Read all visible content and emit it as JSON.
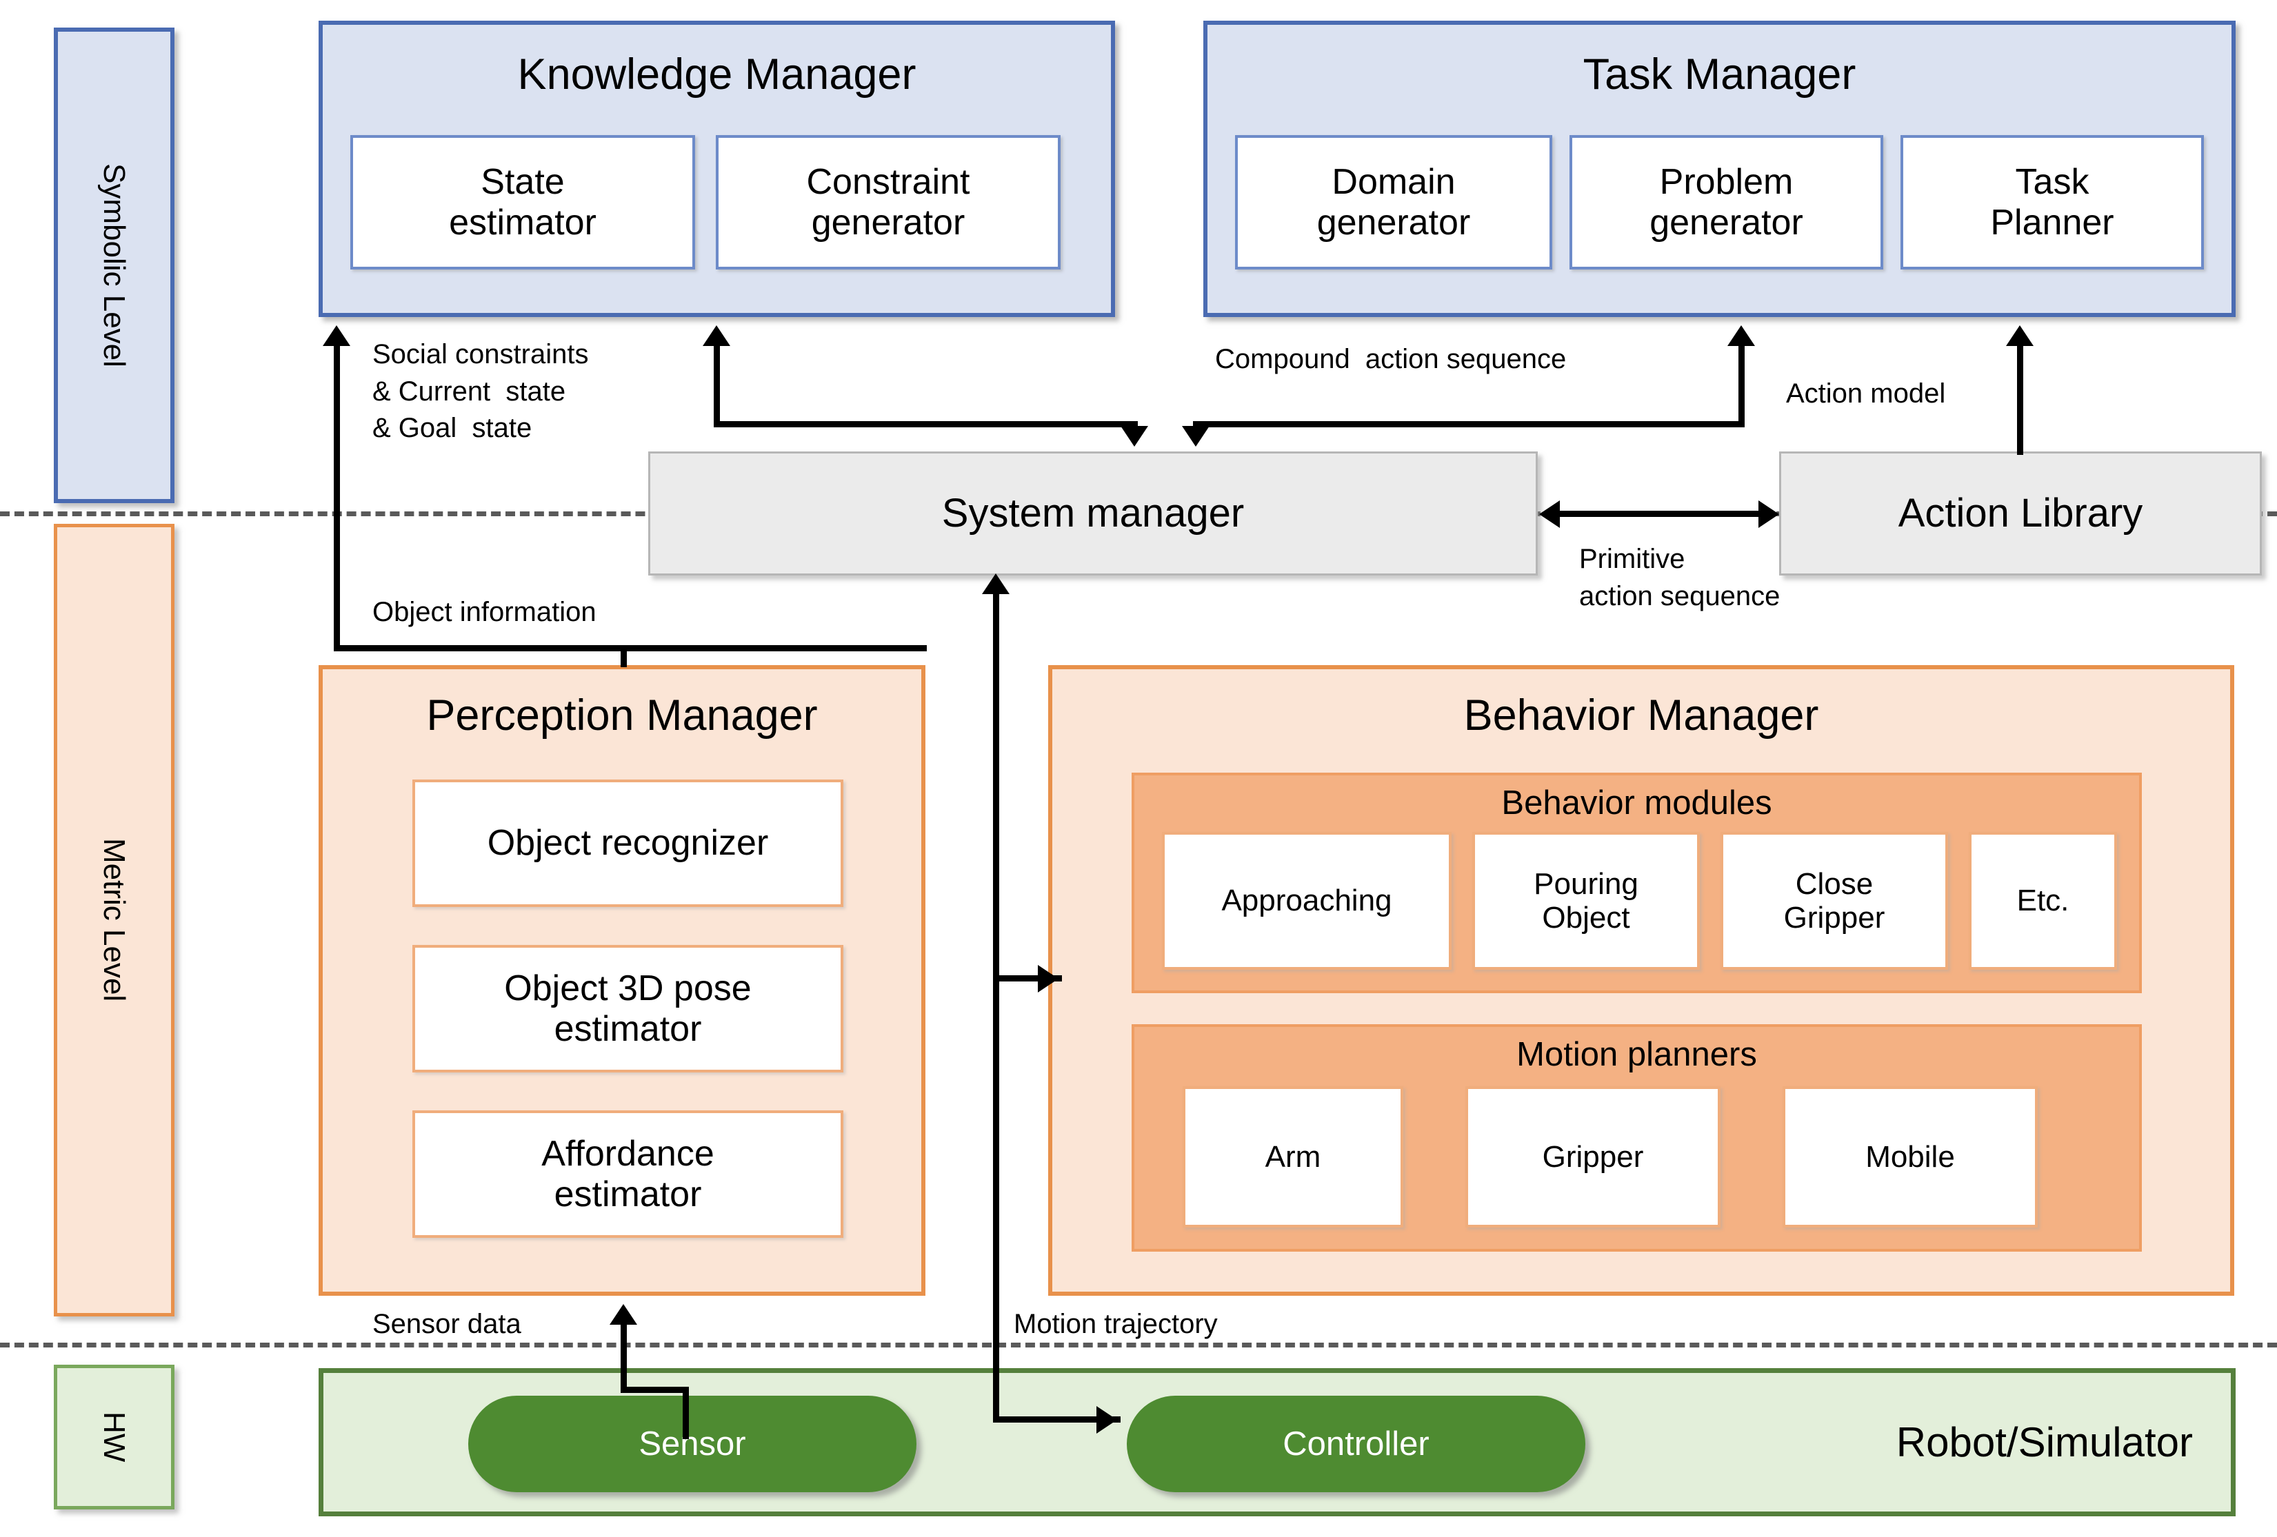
{
  "diagram": {
    "title": "Robot cognitive architecture",
    "colors": {
      "symbolic_fill": "#dbe2f1",
      "symbolic_border": "#4a6bb2",
      "metric_fill": "#fbe5d6",
      "metric_border": "#e8914b",
      "metric_mid_fill": "#f4b183",
      "hw_fill": "#e3efda",
      "hw_border": "#55803c",
      "hw_pill": "#4e8b31",
      "grey_fill": "#ebebeb",
      "grey_border": "#b6b6b6",
      "connector": "#000000"
    }
  },
  "levels": {
    "symbolic": "Symbolic Level",
    "metric": "Metric Level",
    "hw": "HW"
  },
  "knowledge_manager": {
    "title": "Knowledge Manager",
    "modules": [
      "State\nestimator",
      "Constraint\ngenerator"
    ]
  },
  "task_manager": {
    "title": "Task Manager",
    "modules": [
      "Domain\ngenerator",
      "Problem\ngenerator",
      "Task\nPlanner"
    ]
  },
  "system_manager": {
    "title": "System manager"
  },
  "action_library": {
    "title": "Action Library"
  },
  "perception_manager": {
    "title": "Perception Manager",
    "modules": [
      "Object recognizer",
      "Object 3D pose\nestimator",
      "Affordance\nestimator"
    ]
  },
  "behavior_manager": {
    "title": "Behavior Manager",
    "behavior_modules": {
      "title": "Behavior modules",
      "items": [
        "Approaching",
        "Pouring\nObject",
        "Close\nGripper",
        "Etc."
      ]
    },
    "motion_planners": {
      "title": "Motion planners",
      "items": [
        "Arm",
        "Gripper",
        "Mobile"
      ]
    }
  },
  "robot": {
    "title": "Robot/Simulator",
    "nodes": [
      "Sensor",
      "Controller"
    ]
  },
  "flows": {
    "social_constraints": "Social constraints\n& Current  state\n& Goal  state",
    "compound_action_sequence": "Compound  action sequence",
    "action_model": "Action model",
    "primitive_action_sequence": "Primitive\naction sequence",
    "object_information": "Object information",
    "sensor_data": "Sensor data",
    "motion_trajectory": "Motion trajectory"
  }
}
